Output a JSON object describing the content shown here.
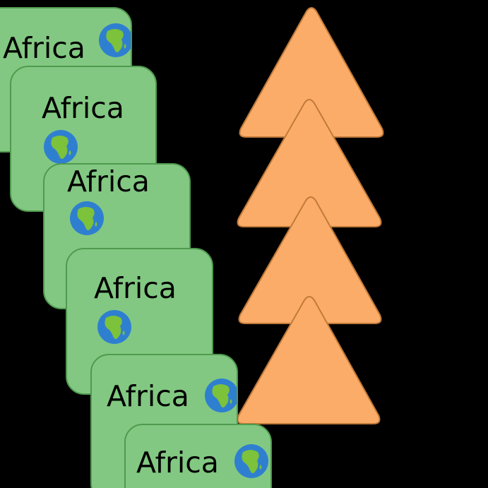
{
  "cards": [
    {
      "label": "Africa",
      "icon": "globe-africa-icon"
    },
    {
      "label": "Africa",
      "icon": "globe-africa-icon"
    },
    {
      "label": "Africa",
      "icon": "globe-africa-icon"
    },
    {
      "label": "Africa",
      "icon": "globe-africa-icon"
    },
    {
      "label": "Africa",
      "icon": "globe-africa-icon"
    },
    {
      "label": "Africa",
      "icon": "globe-africa-icon"
    }
  ],
  "triangle_count": 4,
  "colors": {
    "background": "#000000",
    "card_fill": "#82c882",
    "card_border": "#4f9a4f",
    "triangle_fill": "#fbac68",
    "triangle_stroke": "#c07a3a",
    "ocean": "#2f7fd0",
    "land": "#7cc23a"
  }
}
